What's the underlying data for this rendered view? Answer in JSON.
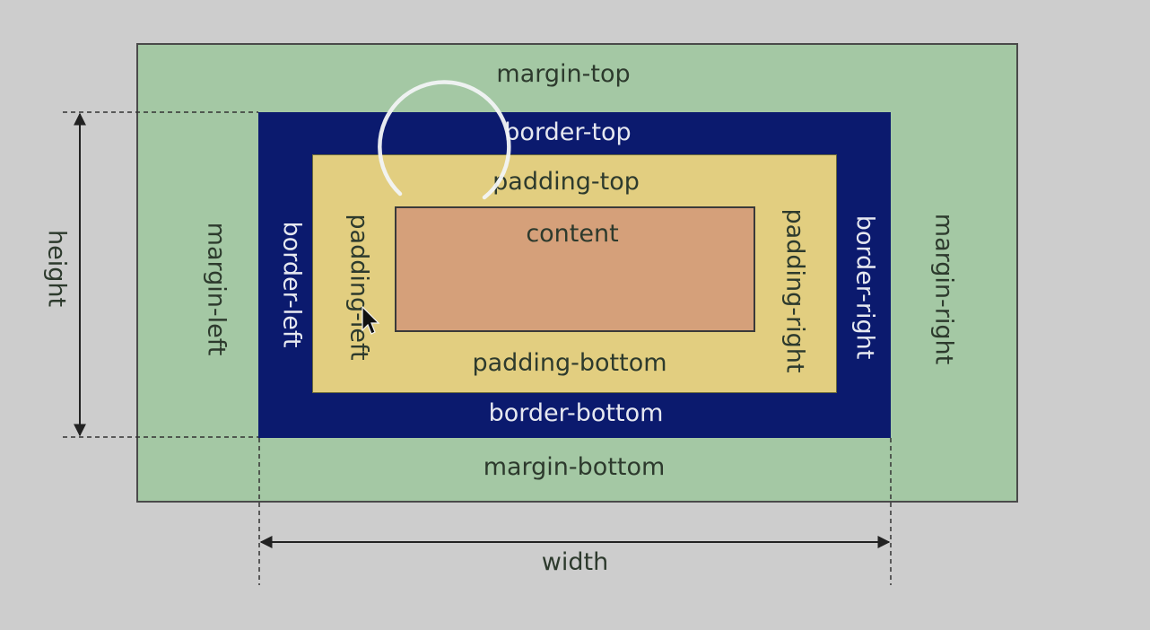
{
  "diagram": {
    "margin": {
      "top": "margin-top",
      "bottom": "margin-bottom",
      "left": "margin-left",
      "right": "margin-right"
    },
    "border": {
      "top": "border-top",
      "bottom": "border-bottom",
      "left": "border-left",
      "right": "border-right"
    },
    "padding": {
      "top": "padding-top",
      "bottom": "padding-bottom",
      "left": "padding-left",
      "right": "padding-right"
    },
    "content": "content",
    "dimensions": {
      "height": "height",
      "width": "width"
    }
  },
  "colors": {
    "background": "#cdcdcd",
    "margin": "#a4c8a4",
    "border": "#0b1a6e",
    "padding": "#e2ce80",
    "content": "#d5a07a"
  },
  "icons": {
    "cursor": "mouse-pointer-icon",
    "spinner": "loading-spinner-icon"
  }
}
